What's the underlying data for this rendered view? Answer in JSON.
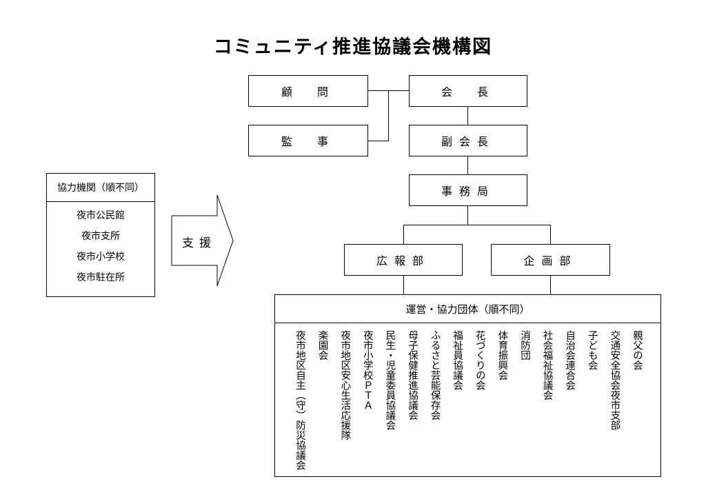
{
  "title": "コミュニティ推進協議会機構図",
  "org": {
    "advisor": "顧　問",
    "auditor": "監　事",
    "chair": "会　長",
    "vice_chair": "副会長",
    "secretariat": "事務局",
    "pr_dept": "広報部",
    "planning_dept": "企画部"
  },
  "cooperating": {
    "heading": "協力機関（順不同）",
    "items": [
      "夜市公民館",
      "夜市支所",
      "夜市小学校",
      "夜市駐在所"
    ]
  },
  "support_label": "支援",
  "groups": {
    "heading": "運営・協力団体（順不同）",
    "items": [
      "親父の会",
      "交通安全協会夜市支部",
      "子ども会",
      "自治会連合会",
      "社会福祉協議会",
      "消防団",
      "体育振興会",
      "花づくりの会",
      "福祉員協議会",
      "ふるさと芸能保存会",
      "母子保健推進協議会",
      "民生・児童委員協議会",
      "夜市小学校ＰＴＡ",
      "夜市地区安心生活応援隊",
      "楽園会",
      "夜市地区自主（守）防災協議会"
    ]
  }
}
